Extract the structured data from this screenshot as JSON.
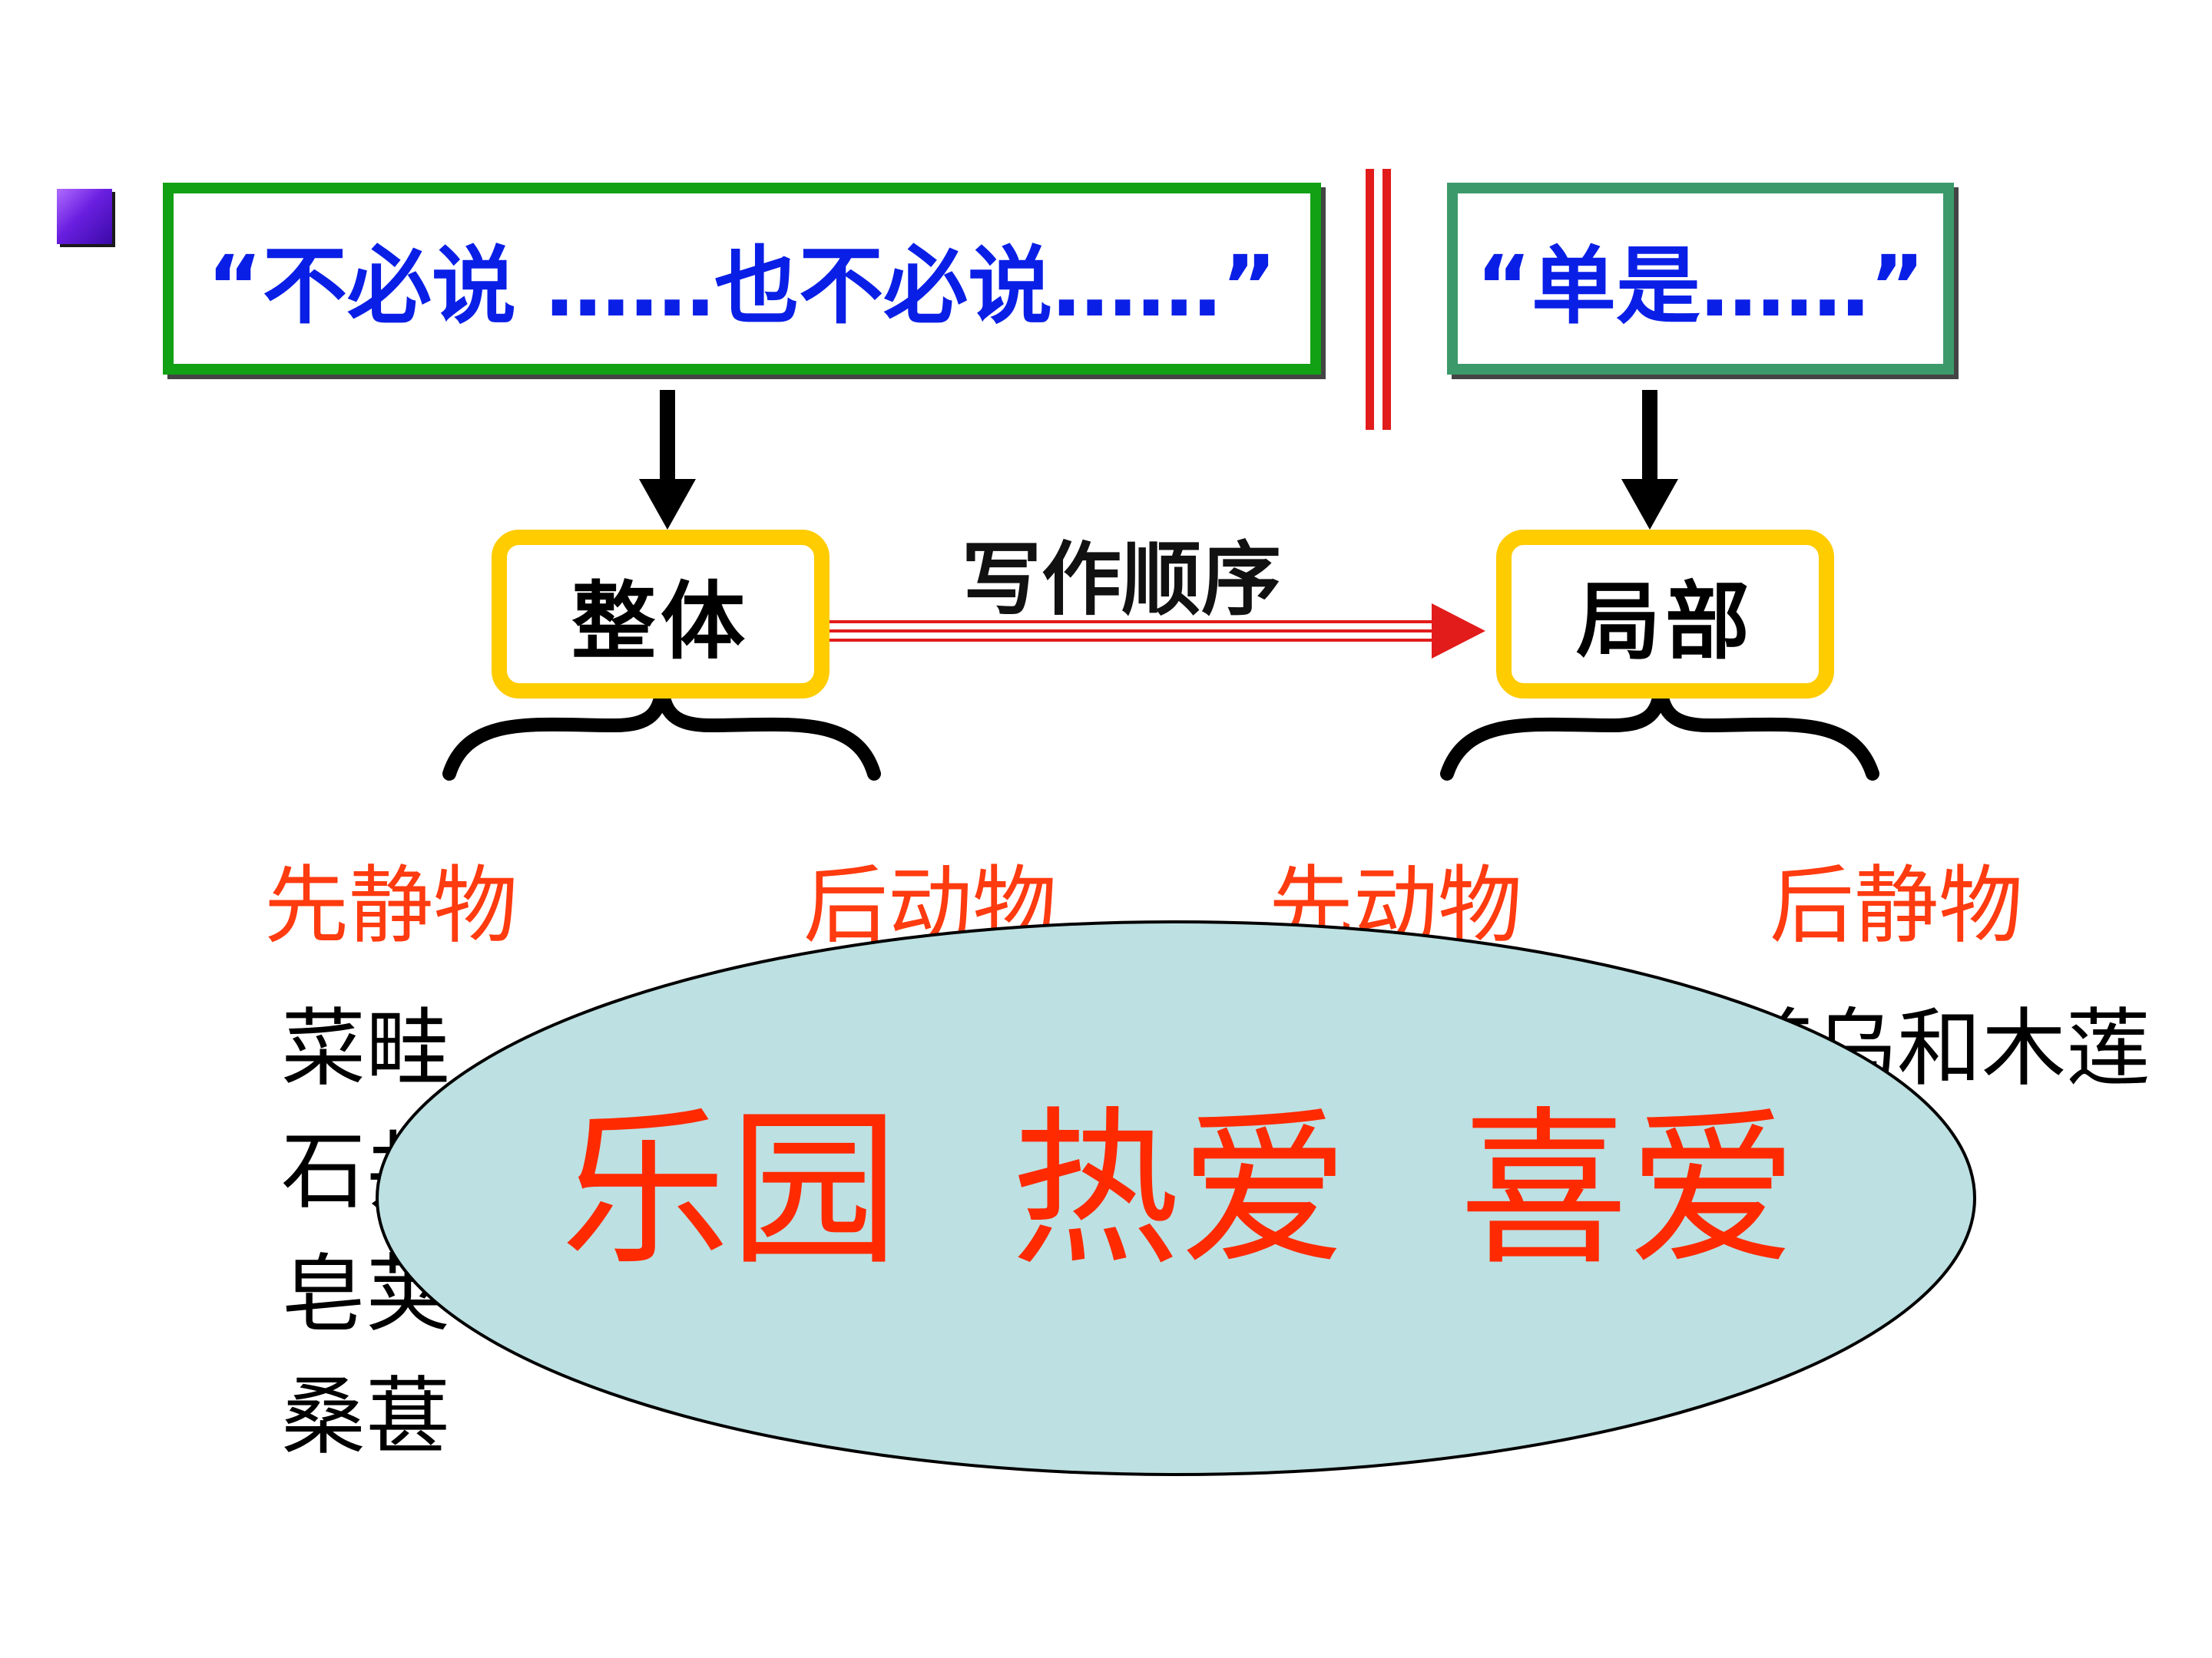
{
  "phrases": {
    "left": "“不必说 ……也不必说……”",
    "right": "“单是……”"
  },
  "keys": {
    "whole": "整体",
    "part": "局部"
  },
  "order_label": "写作顺序",
  "categories": {
    "whole_first": "先静物",
    "whole_second": "后动物",
    "part_first": "先动物",
    "part_second": "后静物"
  },
  "items_left": [
    "菜畦",
    "石井",
    "皂荚",
    "桑葚"
  ],
  "item_right": "首乌和木莲",
  "ellipse_words": [
    "乐园",
    "热爱",
    "喜爱"
  ],
  "colors": {
    "left_box_border": "#12a014",
    "right_box_border": "#3c9a6a",
    "phrase_text": "#0a1fe6",
    "key_box_border": "#ffcc00",
    "category_text": "#ff3b10",
    "ellipse_fill": "#bde0e2",
    "ellipse_text": "#ff2a00",
    "separator": "#e21b1b"
  }
}
